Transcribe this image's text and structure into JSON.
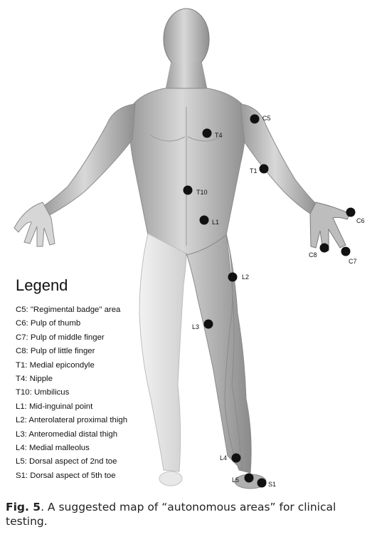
{
  "legend": {
    "title": "Legend",
    "items": [
      "C5: \"Regimental badge\" area",
      "C6: Pulp of thumb",
      "C7: Pulp of middle finger",
      "C8: Pulp of little finger",
      "T1: Medial epicondyle",
      "T4: Nipple",
      "T10: Umbilicus",
      "L1: Mid-inguinal point",
      "L2: Anterolateral proximal thigh",
      "L3: Anteromedial distal thigh",
      "L4: Medial malleolus",
      "L5: Dorsal aspect of 2nd toe",
      "S1: Dorsal aspect of 5th toe"
    ]
  },
  "points": [
    {
      "label": "C5"
    },
    {
      "label": "T4"
    },
    {
      "label": "T1"
    },
    {
      "label": "T10"
    },
    {
      "label": "L1"
    },
    {
      "label": "C6"
    },
    {
      "label": "C8"
    },
    {
      "label": "C7"
    },
    {
      "label": "L2"
    },
    {
      "label": "L3"
    },
    {
      "label": "L4"
    },
    {
      "label": "L5"
    },
    {
      "label": "S1"
    }
  ],
  "caption": {
    "fig": "Fig. 5",
    "text": ".  A suggested map of “autonomous areas” for clinical testing."
  },
  "colors": {
    "body_fill": "#c9c9c9",
    "body_shade": "#8a8a8a",
    "dot": "#111111"
  }
}
